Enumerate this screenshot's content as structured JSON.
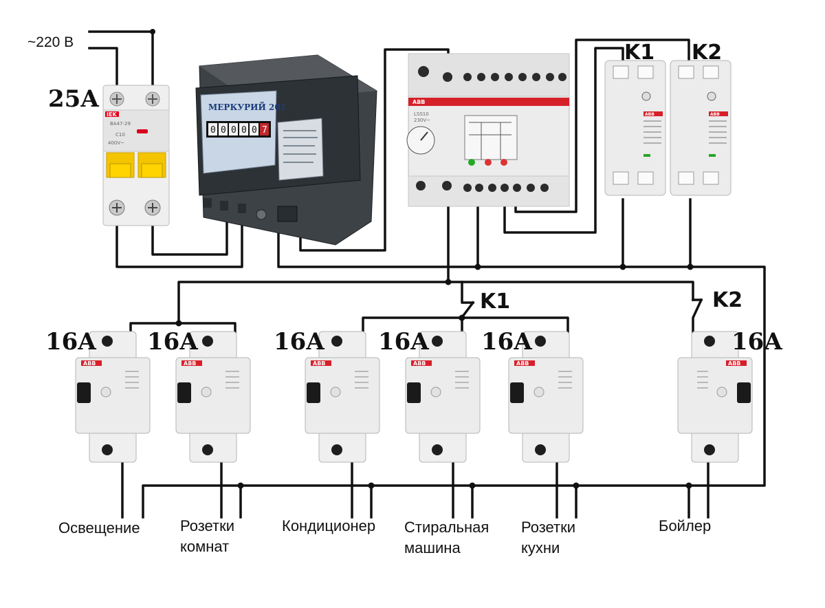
{
  "supply": {
    "voltage_label": "~220 В"
  },
  "main_breaker": {
    "rating": "25A",
    "brand": "IEK",
    "model": "ВА47-29",
    "curve": "C10",
    "spec": "400V~"
  },
  "meter": {
    "brand": "МЕРКУРИЙ 201",
    "digits": [
      "0",
      "0",
      "0",
      "0",
      "0",
      "7"
    ]
  },
  "relay": {
    "brand": "ABB",
    "model": "LSS10",
    "voltage": "230V~"
  },
  "contactors": [
    {
      "label": "K1",
      "brand": "ABB"
    },
    {
      "label": "K2",
      "brand": "ABB"
    }
  ],
  "switch_labels": {
    "k1": "K1",
    "k2": "K2"
  },
  "breakers": [
    {
      "rating": "16A",
      "brand": "ABB",
      "load": [
        "Освещение"
      ]
    },
    {
      "rating": "16A",
      "brand": "ABB",
      "load": [
        "Розетки",
        "комнат"
      ]
    },
    {
      "rating": "16A",
      "brand": "ABB",
      "load": [
        "Кондиционер"
      ]
    },
    {
      "rating": "16A",
      "brand": "ABB",
      "load": [
        "Стиральная",
        "машина"
      ]
    },
    {
      "rating": "16A",
      "brand": "ABB",
      "load": [
        "Розетки",
        "кухни"
      ]
    },
    {
      "rating": "16A",
      "brand": "ABB",
      "load": [
        "Бойлер"
      ]
    }
  ],
  "colors": {
    "wire": "#111111",
    "device_body": "#ececec",
    "abb_red": "#d6202a",
    "breaker_yellow": "#f5c400",
    "meter_body": "#3d4246"
  }
}
